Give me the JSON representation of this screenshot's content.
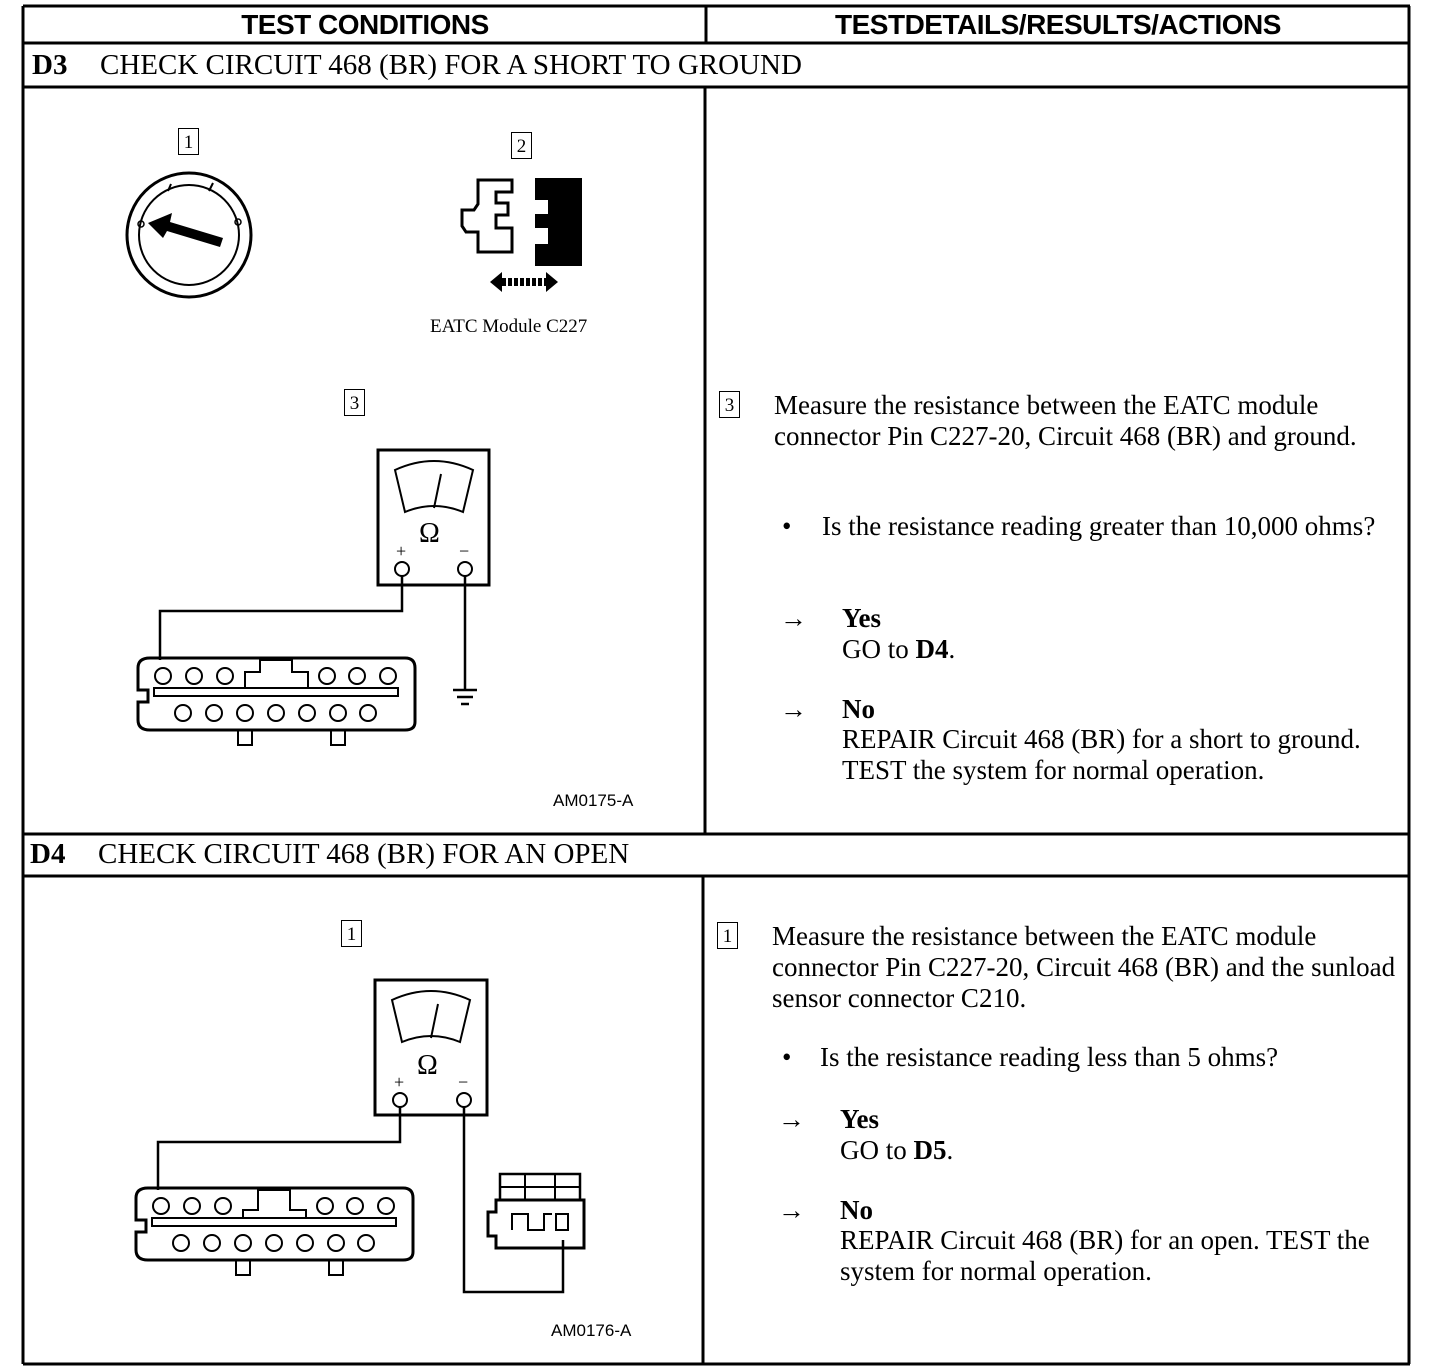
{
  "headers": {
    "left": "TEST CONDITIONS",
    "right": "TESTDETAILS/RESULTS/ACTIONS"
  },
  "d3": {
    "id": "D3",
    "title": "CHECK CIRCUIT 468 (BR) FOR A SHORT TO GROUND",
    "callouts": [
      "1",
      "2",
      "3"
    ],
    "connector_label": "EATC Module C227",
    "figure_code": "AM0175-A",
    "step_number": "3",
    "instruction": "Measure the resistance between the EATC module connector Pin C227-20, Circuit 468 (BR) and ground.",
    "question": "Is the resistance reading greater than 10,000 ohms?",
    "yes_label": "Yes",
    "yes_action_prefix": "GO to ",
    "yes_target": "D4",
    "no_label": "No",
    "no_action": "REPAIR Circuit 468 (BR) for a short to ground. TEST the system for normal operation."
  },
  "d4": {
    "id": "D4",
    "title": "CHECK CIRCUIT 468 (BR) FOR AN OPEN",
    "callouts": [
      "1"
    ],
    "figure_code": "AM0176-A",
    "step_number": "1",
    "instruction": "Measure the resistance between the EATC module connector Pin C227-20, Circuit 468 (BR) and the sunload sensor connector C210.",
    "question": "Is the resistance reading less than 5 ohms?",
    "yes_label": "Yes",
    "yes_action_prefix": "GO to ",
    "yes_target": "D5",
    "no_label": "No",
    "no_action": "REPAIR Circuit 468 (BR) for an open. TEST the system for normal operation."
  },
  "symbols": {
    "ohm": "Ω",
    "plus": "+",
    "minus": "−",
    "bullet": "•",
    "arrow": "→"
  }
}
